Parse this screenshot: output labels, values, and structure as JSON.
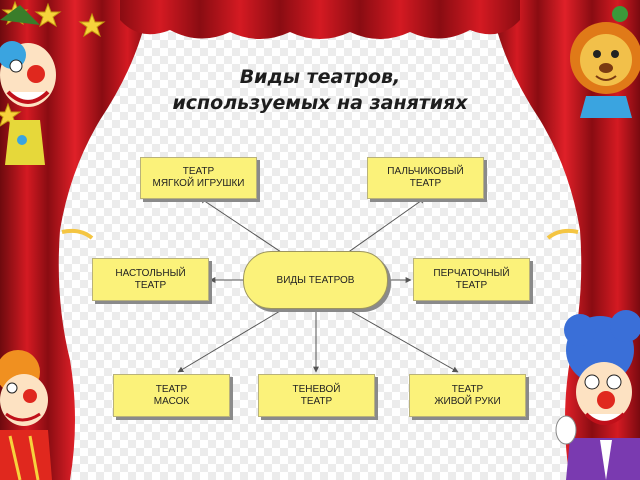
{
  "title": {
    "line1": "Виды театров,",
    "line2": "используемых на занятиях"
  },
  "diagram": {
    "center": "ВИДЫ ТЕАТРОВ",
    "nodes": [
      {
        "id": "soft-toy-theatre",
        "line1": "ТЕАТР",
        "line2": "МЯГКОЙ ИГРУШКИ"
      },
      {
        "id": "finger-theatre",
        "line1": "ПАЛЬЧИКОВЫЙ",
        "line2": "ТЕАТР"
      },
      {
        "id": "table-theatre",
        "line1": "НАСТОЛЬНЫЙ",
        "line2": "ТЕАТР"
      },
      {
        "id": "glove-theatre",
        "line1": "ПЕРЧАТОЧНЫЙ",
        "line2": "ТЕАТР"
      },
      {
        "id": "mask-theatre",
        "line1": "ТЕАТР",
        "line2": "МАСОК"
      },
      {
        "id": "shadow-theatre",
        "line1": "ТЕНЕВОЙ",
        "line2": "ТЕАТР"
      },
      {
        "id": "living-hand-theatre",
        "line1": "ТЕАТР",
        "line2": "ЖИВОЙ РУКИ"
      }
    ]
  },
  "colors": {
    "curtain": "#c8141c",
    "curtain_dark": "#7a0a10",
    "box_fill": "#fbf27a",
    "title_text": "#1d1d1d"
  },
  "decor": {
    "top_left": "clown-icon",
    "top_right": "lion-icon",
    "bottom_left": "clown-icon",
    "bottom_right": "clown-icon",
    "stars": "star-icon"
  }
}
